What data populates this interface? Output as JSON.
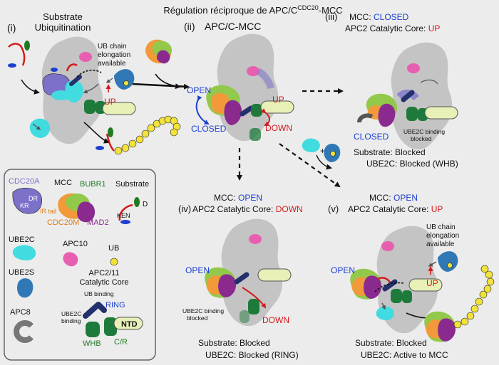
{
  "title": {
    "main": "Régulation réciproque de APC/C",
    "superscript": "CDC20",
    "suffix": "-MCC"
  },
  "colors": {
    "background": "#ececec",
    "apc_gray": "#c4c4c4",
    "blue_label": "#1a3fd1",
    "red_label": "#d61a1a",
    "green_label": "#1f7a22",
    "orange_label": "#e07b10",
    "cdc20a": "#7b71c9",
    "bubr1": "#92c94a",
    "cdc20m": "#f29a3a",
    "mad2": "#8a2a8f",
    "ube2c": "#41dbe0",
    "ube2s": "#2f78b5",
    "apc10": "#e85fb0",
    "ub": "#f2e23a",
    "ring": "#24306b",
    "whb": "#1e7a3a",
    "ntd": "#e8f0b8"
  },
  "panels": {
    "i": {
      "number": "(i)",
      "title_line1": "Substrate",
      "title_line2": "Ubiquitination",
      "note_line1": "UB chain",
      "note_line2": "elongation",
      "note_line3": "available",
      "up": "UP"
    },
    "ii": {
      "number": "(ii)",
      "title": "APC/C-MCC",
      "open": "OPEN",
      "closed": "CLOSED",
      "up": "UP",
      "down": "DOWN"
    },
    "iii": {
      "number": "(iii)",
      "mcc_label": "MCC: ",
      "mcc_state": "CLOSED",
      "core_label": "APC2 Catalytic Core: ",
      "core_state": "UP",
      "closed": "CLOSED",
      "note_line1": "UBE2C binding",
      "note_line2": "blocked",
      "substrate_status": "Substrate: Blocked",
      "ube2c_status": "UBE2C: Blocked (WHB)"
    },
    "iv": {
      "number": "(iv)",
      "mcc_label": "MCC: ",
      "mcc_state": "OPEN",
      "core_label": "APC2 Catalytic Core: ",
      "core_state": "DOWN",
      "open": "OPEN",
      "down": "DOWN",
      "note_line1": "UBE2C binding",
      "note_line2": "blocked",
      "substrate_status": "Substrate: Blocked",
      "ube2c_status": "UBE2C: Blocked (RING)"
    },
    "v": {
      "number": "(v)",
      "mcc_label": "MCC: ",
      "mcc_state": "OPEN",
      "core_label": "APC2 Catalytic Core: ",
      "core_state": "UP",
      "open": "OPEN",
      "up": "UP",
      "note_line1": "UB chain",
      "note_line2": "elongation",
      "note_line3": "available",
      "substrate_status": "Substrate: Blocked",
      "ube2c_status": "UBE2C: Active to MCC"
    }
  },
  "transition": {
    "plus": "+"
  },
  "legend": {
    "cdc20a": "CDC20A",
    "dr": "DR",
    "kr": "KR",
    "mcc": "MCC",
    "bubr1": "BUBR1",
    "ir_tail": "IR tail",
    "cdc20m": "CDC20M",
    "mad2": "MAD2",
    "substrate": "Substrate",
    "d": "D",
    "ken": "KEN",
    "ube2c": "UBE2C",
    "apc10": "APC10",
    "ub": "UB",
    "ube2s": "UBE2S",
    "core_line1": "APC2/11",
    "core_line2": "Catalytic Core",
    "ub_binding": "UB binding",
    "ring": "RING",
    "ube2c_binding_line1": "UBE2C",
    "ube2c_binding_line2": "binding",
    "ntd": "NTD",
    "whb": "WHB",
    "cr": "C/R",
    "apc8": "APC8"
  }
}
